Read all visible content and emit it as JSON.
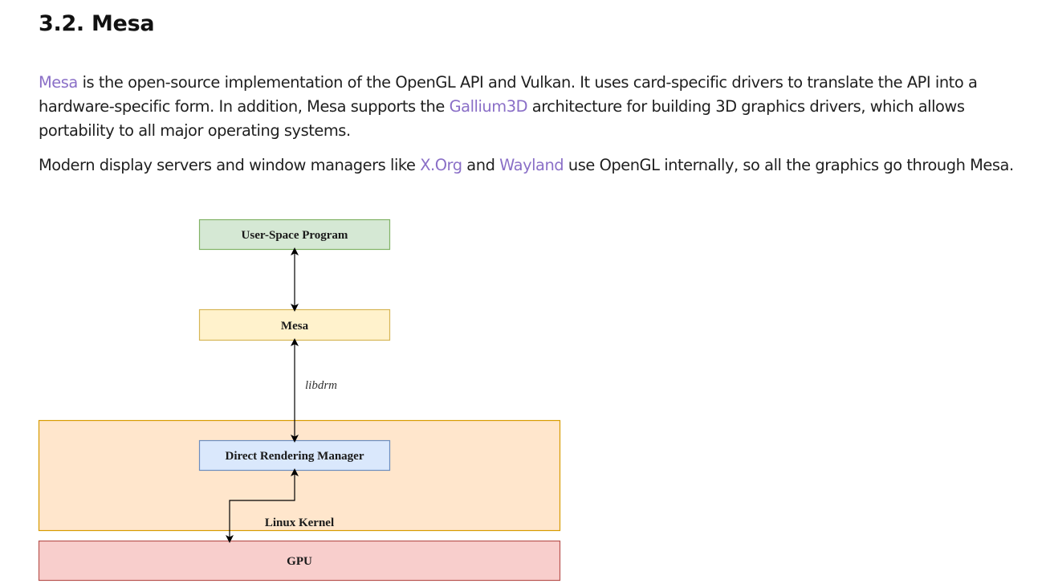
{
  "heading": "3.2. Mesa",
  "paragraph1": {
    "link_mesa": "Mesa",
    "text_a": " is the open-source implementation of the OpenGL API and Vulkan. It uses card-specific drivers to translate the API into a hardware-specific form. In addition, Mesa supports the ",
    "link_gallium": "Gallium3D",
    "text_b": " architecture for building 3D graphics drivers, which allows portability to all major operating systems."
  },
  "paragraph2": {
    "text_a": "Modern display servers and window managers like ",
    "link_xorg": "X.Org",
    "text_b": " and ",
    "link_wayland": "Wayland",
    "text_c": " use OpenGL internally, so all the graphics go through Mesa."
  },
  "diagram": {
    "nodes": {
      "user_space": "User-Space Program",
      "mesa": "Mesa",
      "drm": "Direct Rendering Manager",
      "kernel": "Linux Kernel",
      "gpu": "GPU"
    },
    "edge_label": "libdrm",
    "colors": {
      "user_space_fill": "#d5e8d4",
      "user_space_stroke": "#82b366",
      "mesa_fill": "#fff2cc",
      "mesa_stroke": "#d6b656",
      "drm_fill": "#dae8fc",
      "drm_stroke": "#6c8ebf",
      "kernel_fill": "#ffe6cc",
      "kernel_stroke": "#d79b00",
      "gpu_fill": "#f8cecc",
      "gpu_stroke": "#b85450",
      "link": "#8a6fc7"
    }
  }
}
